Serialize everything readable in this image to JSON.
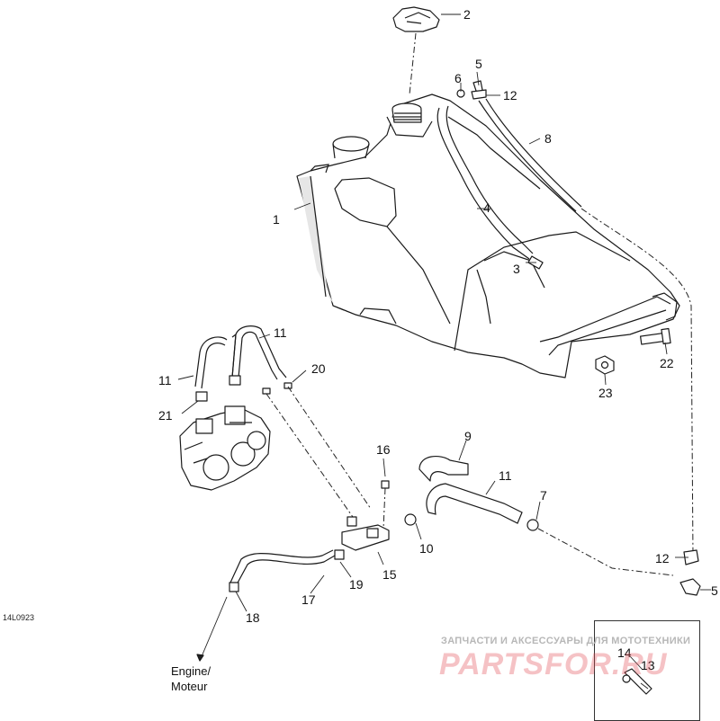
{
  "diagram": {
    "reference_code": "14L0923",
    "destination_line1": "Engine/",
    "destination_line2": "Moteur",
    "watermark_top": "ЗАПЧАСТИ И АКСЕССУАРЫ ДЛЯ МОТОТЕХНИКИ",
    "watermark_logo": "PARTSFOR.RU",
    "callouts": [
      "1",
      "2",
      "3",
      "4",
      "5",
      "6",
      "7",
      "8",
      "9",
      "10",
      "11",
      "12",
      "13",
      "14",
      "15",
      "16",
      "17",
      "18",
      "19",
      "20",
      "21",
      "22",
      "23"
    ],
    "callout_labels": {
      "c1": "1",
      "c2": "2",
      "c3": "3",
      "c4": "4",
      "c5a": "5",
      "c5b": "5",
      "c6": "6",
      "c7": "7",
      "c8": "8",
      "c9": "9",
      "c10": "10",
      "c11a": "11",
      "c11b": "11",
      "c11c": "11",
      "c12a": "12",
      "c12b": "12",
      "c13": "13",
      "c14": "14",
      "c15": "15",
      "c16": "16",
      "c17": "17",
      "c18": "18",
      "c19": "19",
      "c20": "20",
      "c21": "21",
      "c22": "22",
      "c23": "23"
    }
  }
}
